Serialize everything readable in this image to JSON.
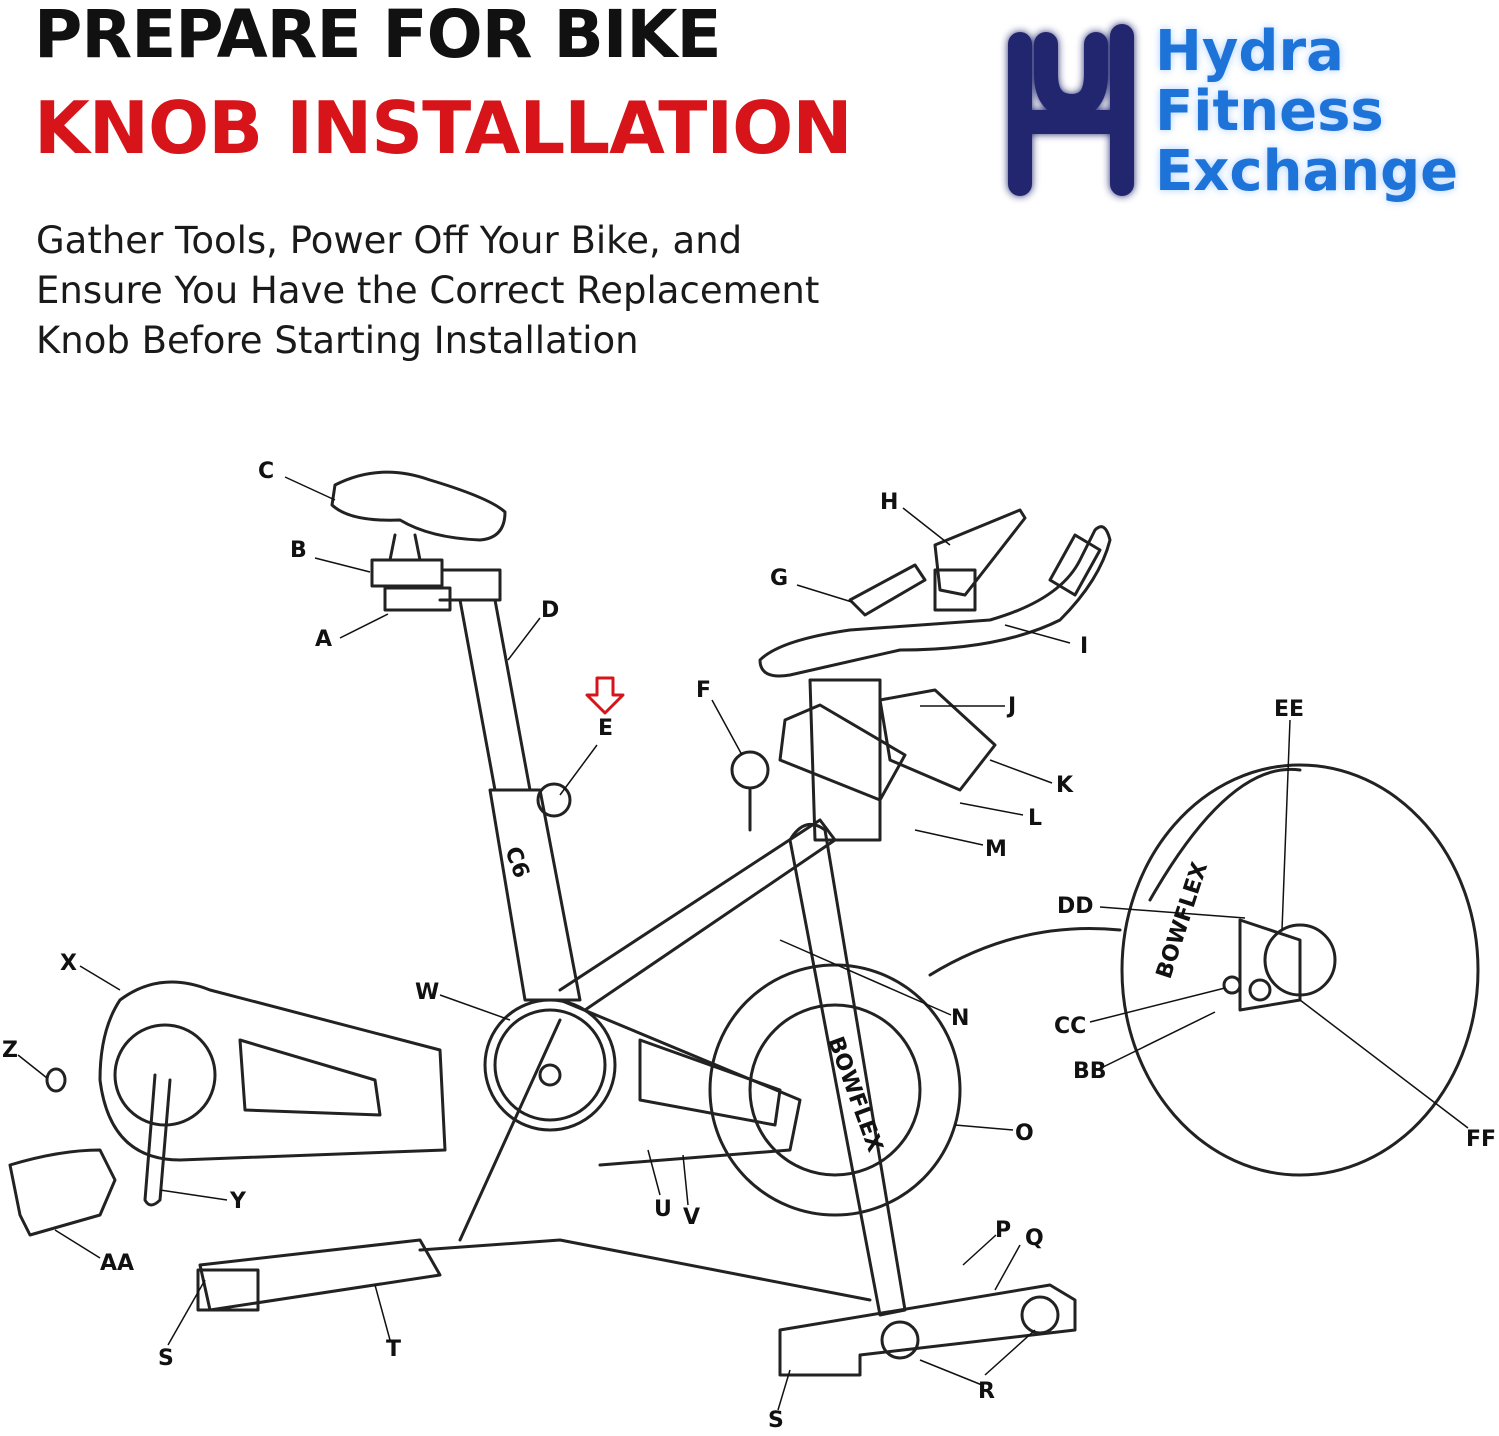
{
  "header": {
    "title_line1": "PREPARE FOR BIKE",
    "title_line2": "KNOB INSTALLATION",
    "subtitle_lines": [
      "Gather Tools, Power Off Your Bike, and",
      "Ensure You Have the Correct Replacement",
      "Knob Before Starting Installation"
    ]
  },
  "logo": {
    "lines": [
      "Hydra",
      "Fitness",
      "Exchange"
    ]
  },
  "diagram": {
    "brand_text": [
      "BOWFLEX",
      "C6"
    ],
    "part_labels": [
      "A",
      "B",
      "C",
      "D",
      "E",
      "F",
      "G",
      "H",
      "I",
      "J",
      "K",
      "L",
      "M",
      "N",
      "O",
      "P",
      "Q",
      "R",
      "S",
      "S",
      "T",
      "U",
      "V",
      "W",
      "X",
      "Y",
      "Z",
      "AA",
      "BB",
      "CC",
      "DD",
      "EE",
      "FF"
    ],
    "highlighted_label": "E"
  },
  "colors": {
    "title_primary": "#111111",
    "title_accent": "#d7141a",
    "logo_navy": "#23266e",
    "logo_blue": "#1e73d8",
    "arrow_red": "#d7141a"
  }
}
